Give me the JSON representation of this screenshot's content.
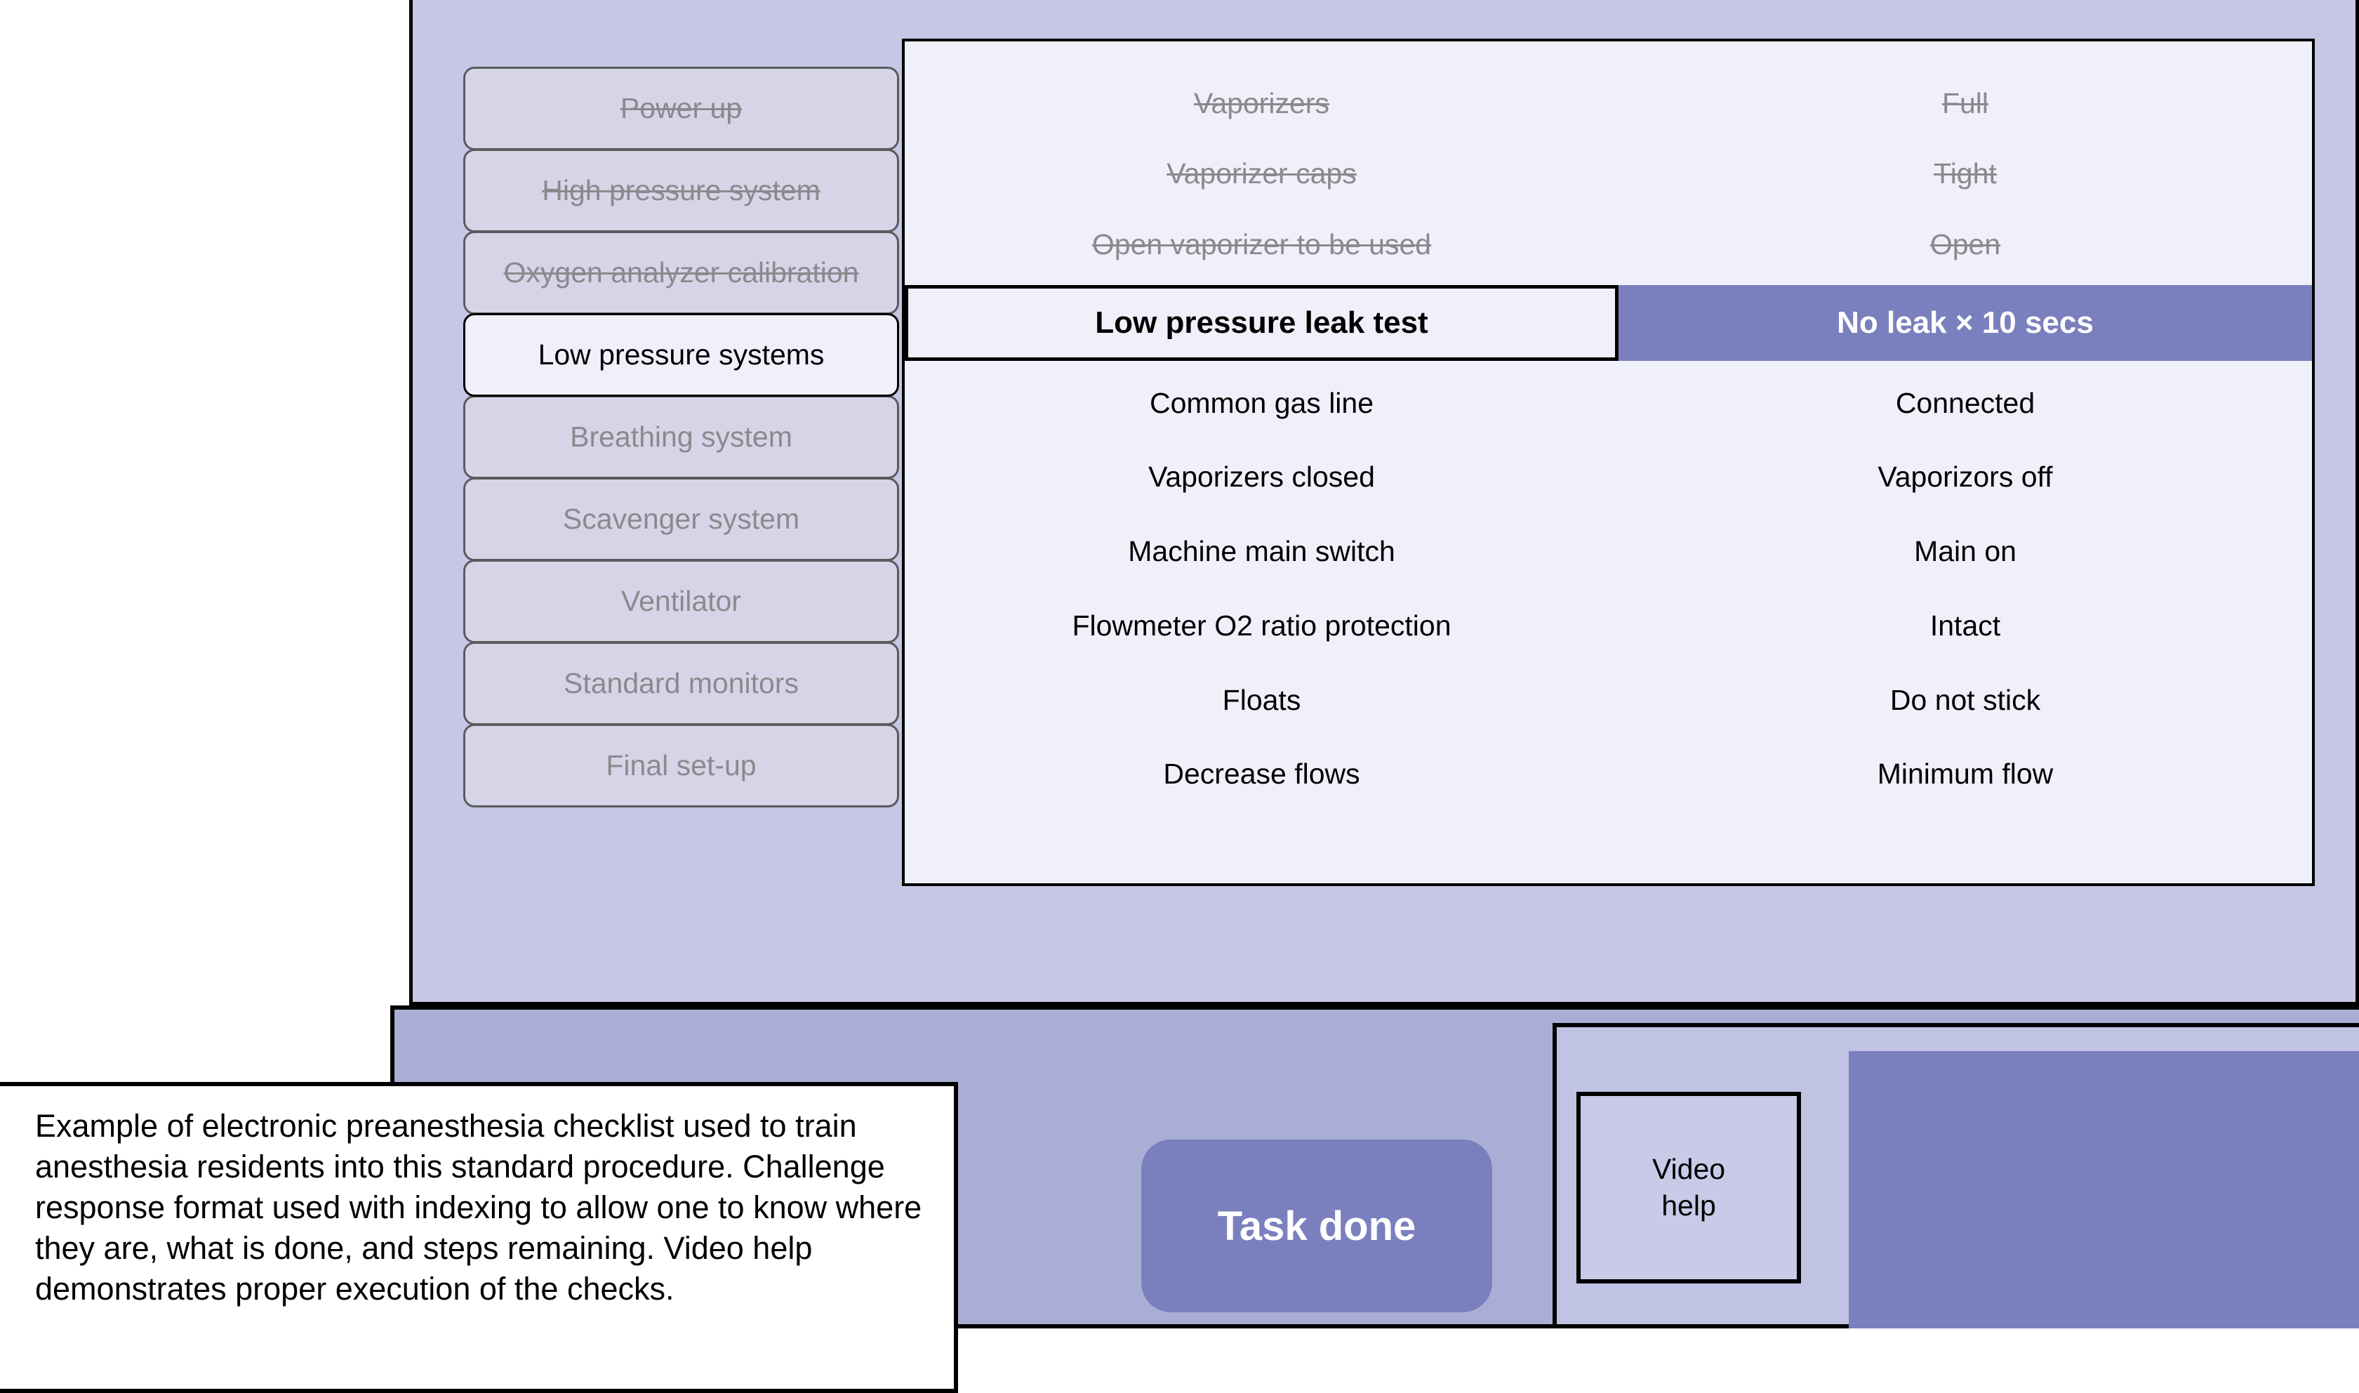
{
  "colors": {
    "screen_background": "#c5c7e4",
    "panel_background": "#eff0fa",
    "accent_purple": "#7a80be",
    "sidebar_button": "#d6d5e8",
    "bottom_bar": "#abaed4",
    "done_text": "#8a8a8e"
  },
  "sidebar": {
    "items": [
      {
        "label": "Power up",
        "state": "done"
      },
      {
        "label": "High pressure system",
        "state": "done"
      },
      {
        "label": "Oxygen analyzer calibration",
        "state": "done"
      },
      {
        "label": "Low pressure systems",
        "state": "active"
      },
      {
        "label": "Breathing system",
        "state": "pending"
      },
      {
        "label": "Scavenger system",
        "state": "pending"
      },
      {
        "label": "Ventilator",
        "state": "pending"
      },
      {
        "label": "Standard monitors",
        "state": "pending"
      },
      {
        "label": "Final set-up",
        "state": "pending"
      }
    ]
  },
  "checklist": {
    "rows": [
      {
        "item": "Vaporizers",
        "response": "Full",
        "state": "done"
      },
      {
        "item": "Vaporizer caps",
        "response": "Tight",
        "state": "done"
      },
      {
        "item": "Open vaporizer to be used",
        "response": "Open",
        "state": "done"
      },
      {
        "item": "Low pressure leak test",
        "response": "No leak × 10 secs",
        "state": "current"
      },
      {
        "item": "Common gas line",
        "response": "Connected",
        "state": "pending"
      },
      {
        "item": "Vaporizers closed",
        "response": "Vaporizors off",
        "state": "pending"
      },
      {
        "item": "Machine main switch",
        "response": "Main on",
        "state": "pending"
      },
      {
        "item": "Flowmeter O2 ratio protection",
        "response": "Intact",
        "state": "pending"
      },
      {
        "item": "Floats",
        "response": "Do not stick",
        "state": "pending"
      },
      {
        "item": "Decrease flows",
        "response": "Minimum flow",
        "state": "pending"
      }
    ]
  },
  "controls": {
    "task_done_label": "Task done",
    "video_help_line1": "Video",
    "video_help_line2": "help"
  },
  "caption": {
    "text": "Example of electronic preanesthesia checklist used to train anesthesia residents into this standard procedure. Challenge response format used with indexing to allow one to know where they are, what is done, and steps remaining. Video help demonstrates proper execution of the checks."
  }
}
